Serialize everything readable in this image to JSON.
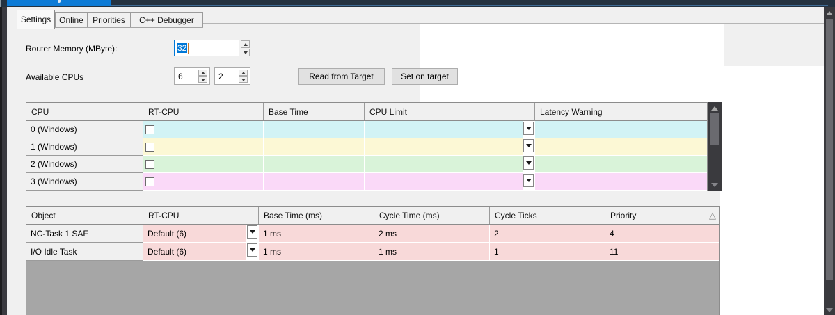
{
  "tabs": {
    "items": [
      {
        "label": "Settings",
        "active": true
      },
      {
        "label": "Online",
        "active": false
      },
      {
        "label": "Priorities",
        "active": false
      },
      {
        "label": "C++ Debugger",
        "active": false
      }
    ]
  },
  "settings": {
    "router_memory_label": "Router Memory (MByte):",
    "router_memory_value": "32",
    "available_cpus_label": "Available CPUs",
    "cpu_count_value": "6",
    "rt_cpu_count_value": "2",
    "read_from_target_label": "Read from Target",
    "set_on_target_label": "Set on target"
  },
  "cpu_table": {
    "columns": [
      "CPU",
      "RT-CPU",
      "Base Time",
      "CPU Limit",
      "Latency Warning"
    ],
    "rows": [
      {
        "cpu": "0 (Windows)",
        "color": "#d2f3f5",
        "rt_cpu_checked": false,
        "base_time": "",
        "cpu_limit": "",
        "latency_warning": ""
      },
      {
        "cpu": "1 (Windows)",
        "color": "#fcf8d5",
        "rt_cpu_checked": false,
        "base_time": "",
        "cpu_limit": "",
        "latency_warning": ""
      },
      {
        "cpu": "2 (Windows)",
        "color": "#d9f3d9",
        "rt_cpu_checked": false,
        "base_time": "",
        "cpu_limit": "",
        "latency_warning": ""
      },
      {
        "cpu": "3 (Windows)",
        "color": "#fad9f8",
        "rt_cpu_checked": false,
        "base_time": "",
        "cpu_limit": "",
        "latency_warning": ""
      }
    ]
  },
  "task_table": {
    "columns": [
      "Object",
      "RT-CPU",
      "Base Time (ms)",
      "Cycle Time (ms)",
      "Cycle Ticks",
      "Priority"
    ],
    "sort_indicator": "ascending",
    "row_color": "#f8d9d9",
    "rows": [
      {
        "object": "NC-Task 1 SAF",
        "rt_cpu": "Default (6)",
        "base_time": "1 ms",
        "cycle_time": "2 ms",
        "cycle_ticks": "2",
        "priority": "4"
      },
      {
        "object": "I/O Idle Task",
        "rt_cpu": "Default (6)",
        "base_time": "1 ms",
        "cycle_time": "1 ms",
        "cycle_ticks": "1",
        "priority": "11"
      }
    ]
  },
  "colors": {
    "accent_blue": "#0078d7",
    "document_tab_blue": "#0d7bd6",
    "panel_gray": "#f0f0f0",
    "task_row_pink": "#f8d9d9",
    "empty_grid_gray": "#a6a6a6"
  }
}
